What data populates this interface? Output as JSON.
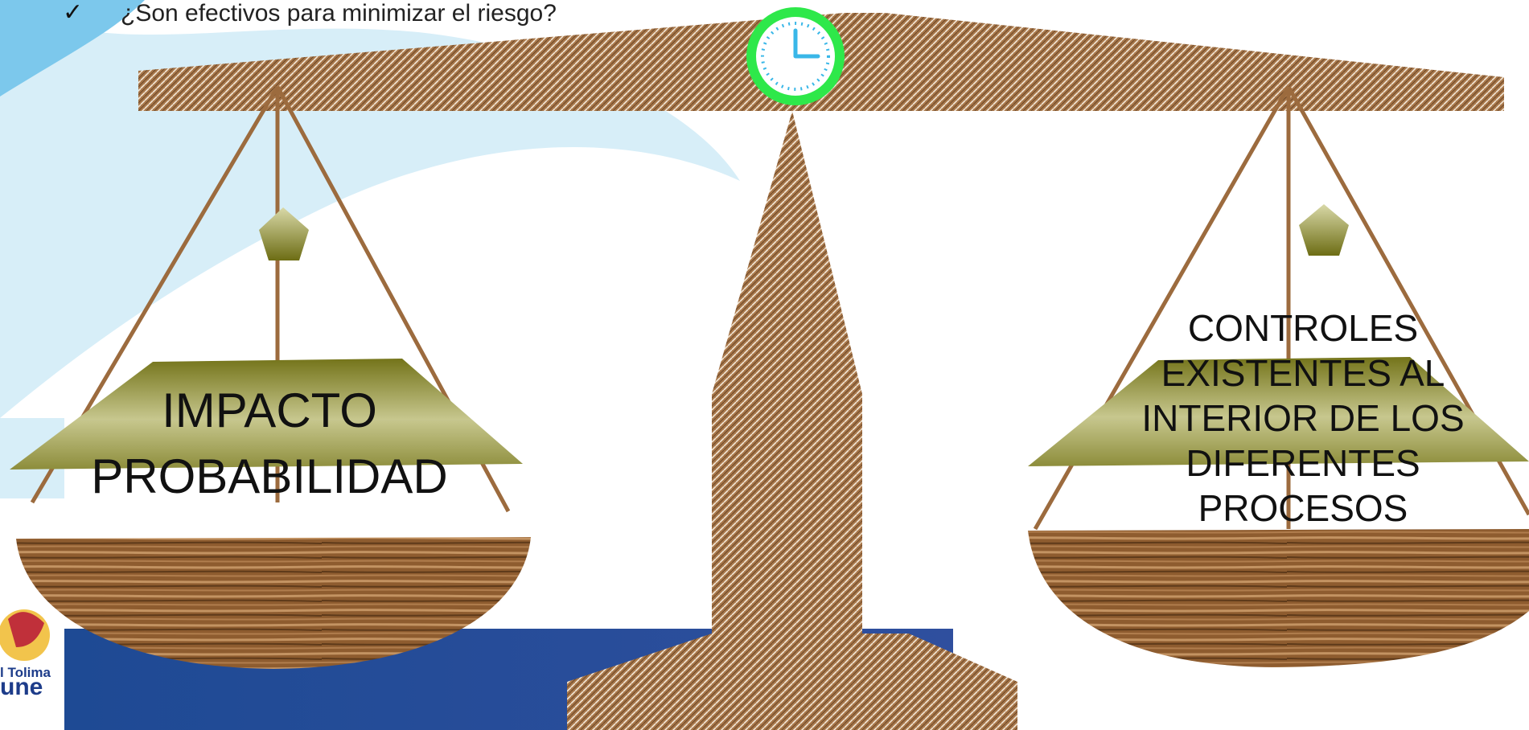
{
  "slide": {
    "bullet_check": "✓",
    "bullet_text": "¿Son efectivos para minimizar el riesgo?"
  },
  "scale": {
    "left_pan_label": [
      "IMPACTO",
      "PROBABILIDAD"
    ],
    "right_pan_label": [
      "CONTROLES",
      "EXISTENTES AL",
      "INTERIOR DE LOS",
      "DIFERENTES",
      "PROCESOS"
    ]
  },
  "logo": {
    "line1": "l Tolima",
    "line2": "une"
  },
  "icons": {
    "clock": "clock-icon",
    "check": "checkmark-icon",
    "logo": "logo-icon"
  },
  "colors": {
    "wood": "#a97a4c",
    "wood_dark": "#6e4a26",
    "pan_top": "#7d7d16",
    "pan_light": "#d2d29a",
    "bowl": "#8b5a2b",
    "clock_ring": "#2ee84a",
    "clock_hand": "#39b7e8",
    "banner": "#2b5ea8"
  }
}
